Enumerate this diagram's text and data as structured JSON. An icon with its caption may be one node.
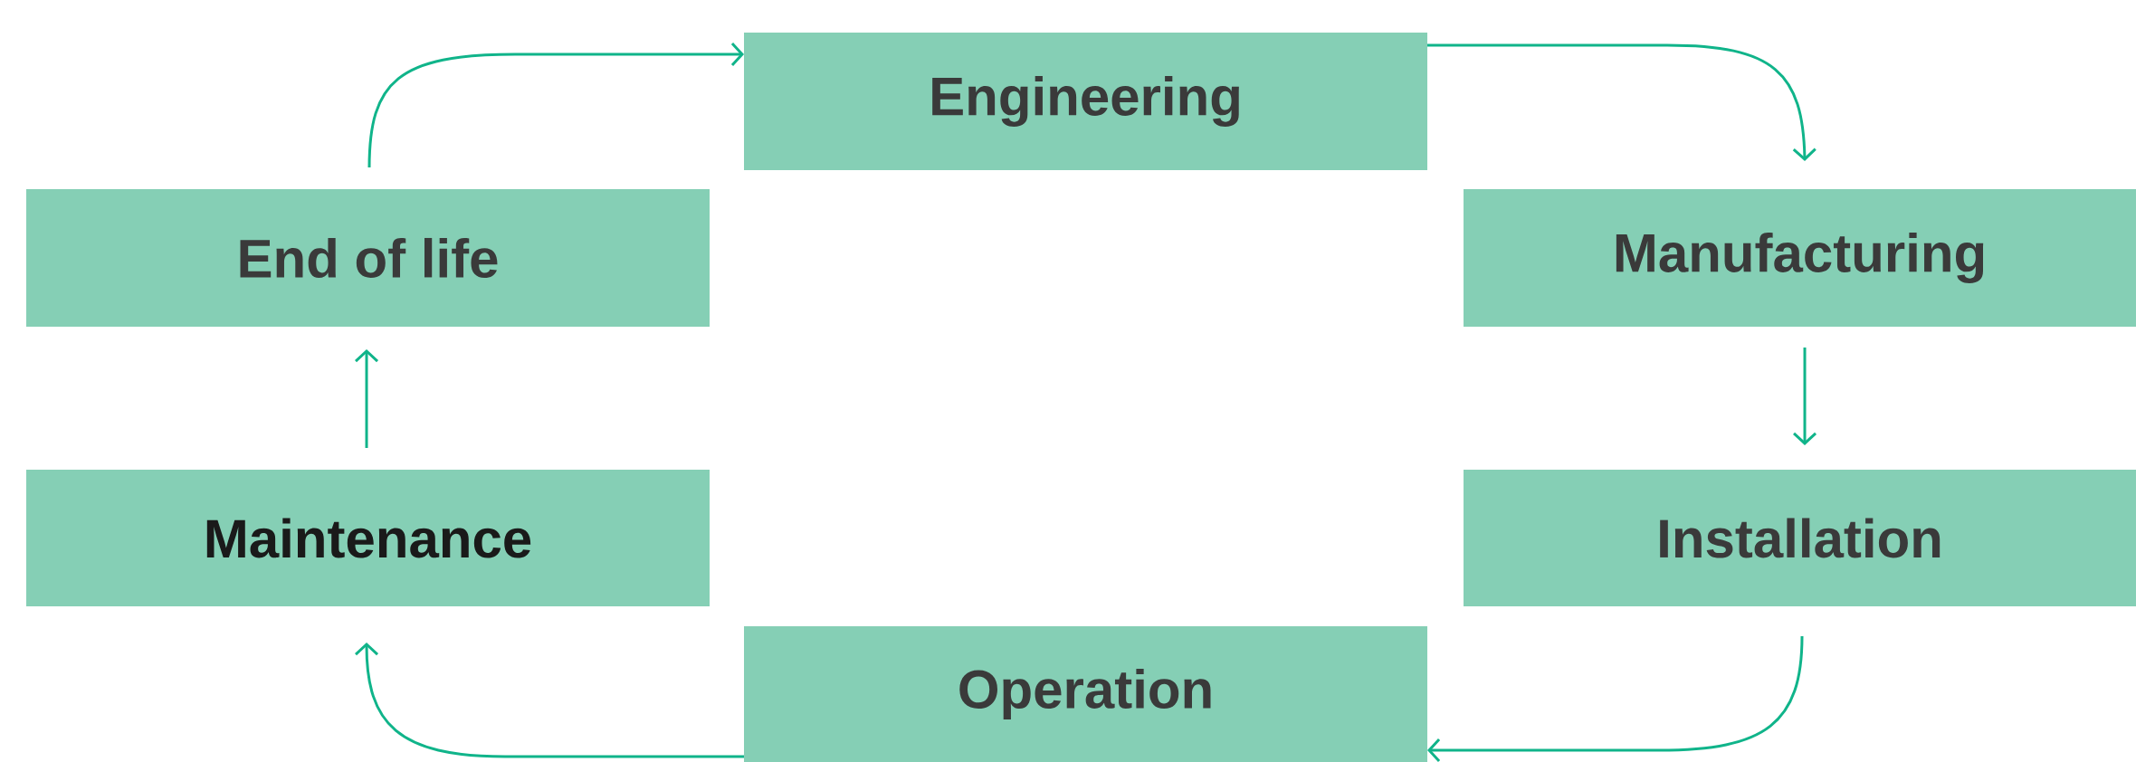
{
  "diagram": {
    "nodes": [
      {
        "text": [
          "Engineering"
        ]
      },
      {
        "text": [
          "End of life"
        ]
      },
      {
        "text": [
          "Manufacturing"
        ]
      },
      {
        "text": [
          "Maintenance"
        ]
      },
      {
        "text": [
          "Installation"
        ]
      },
      {
        "text": [
          "Operation"
        ]
      }
    ],
    "edges": [
      {
        "from": 0,
        "to": 2,
        "arrow": "to"
      },
      {
        "from": 2,
        "to": 4,
        "arrow": "to"
      },
      {
        "from": 4,
        "to": 5,
        "arrow": "to"
      },
      {
        "from": 5,
        "to": 3,
        "arrow": "to"
      },
      {
        "from": 3,
        "to": 1,
        "arrow": "to"
      },
      {
        "from": 1,
        "to": 0,
        "arrow": "to"
      }
    ]
  }
}
